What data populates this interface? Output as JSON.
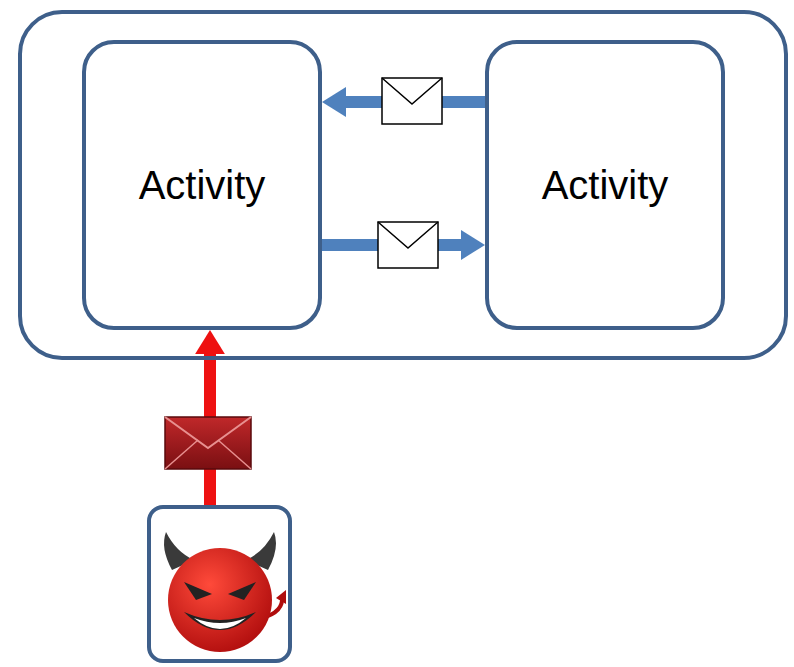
{
  "diagram": {
    "nodes": [
      {
        "text": []
      },
      {
        "text": [
          "Activity"
        ],
        "in": 0
      },
      {
        "text": [
          "Activity"
        ],
        "in": 0
      },
      {
        "text": []
      }
    ],
    "edges": [
      {
        "from": 2,
        "to": 1,
        "arrow": "to"
      },
      {
        "from": 1,
        "to": 2,
        "arrow": "to"
      },
      {
        "from": 3,
        "to": 1,
        "arrow": "to"
      }
    ]
  }
}
